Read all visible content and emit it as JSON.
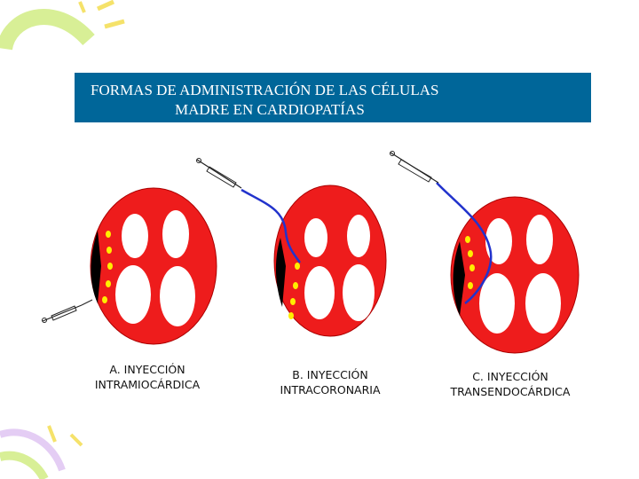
{
  "slide": {
    "title_line1": "FORMAS DE ADMINISTRACIÓN DE LAS CÉLULAS",
    "title_line2": "MADRE EN CARDIOPATÍAS",
    "title_bg": "#006699"
  },
  "panels": [
    {
      "id": "a",
      "caption_line1": "A. INYECCIÓN",
      "caption_line2": "INTRAMIOCÁRDICA"
    },
    {
      "id": "b",
      "caption_line1": "B. INYECCIÓN",
      "caption_line2": "INTRACORONARIA"
    },
    {
      "id": "c",
      "caption_line1": "C. INYECCIÓN",
      "caption_line2": "TRANSENDOCÁRDICA"
    }
  ],
  "colors": {
    "heart": "#ee1c1c",
    "chamber": "#ffffff",
    "cells": "#ffee00",
    "catheter": "#2233cc",
    "scar": "#000000"
  }
}
